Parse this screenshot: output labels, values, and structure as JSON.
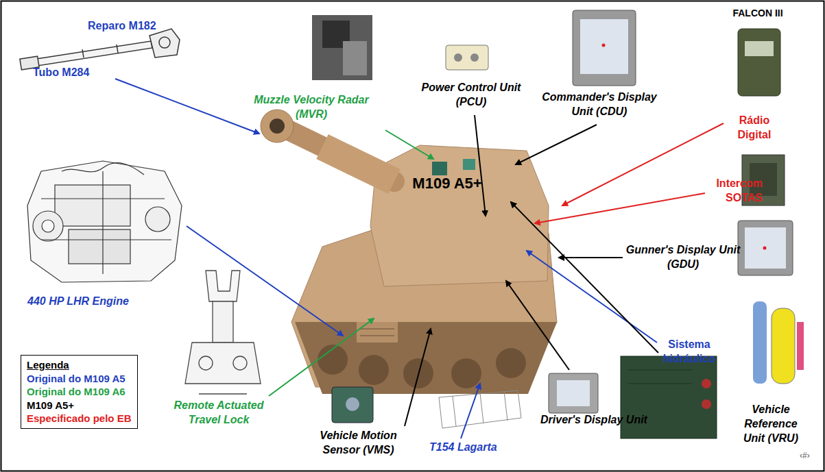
{
  "diagram": {
    "nodes": [
      {
        "text": [
          "M109 A5+"
        ]
      }
    ],
    "labels": [
      "Reparo M182",
      "Tubo M284",
      "Muzzle Velocity Radar (MVR)",
      "Power Control Unit (PCU)",
      "Commander's Display Unit (CDU)",
      "FALCON III",
      "Rádio Digital",
      "Intercom SOTAS",
      "Gunner's Display Unit (GDU)",
      "440 HP LHR Engine",
      "Sistema hidráulico",
      "Legenda",
      "Remote Actuated Travel Lock",
      "Vehicle Motion Sensor (VMS)",
      "T154 Lagarta",
      "Driver's Display Unit",
      "Vehicle Reference Unit (VRU)",
      "‹#›"
    ],
    "legend": [
      {
        "text": "Original do M109 A5",
        "color": "#1f3fbf"
      },
      {
        "text": "Original do M109 A6",
        "color": "#22a045"
      },
      {
        "text": "M109 A5+",
        "color": "#000000"
      },
      {
        "text": "Especificado pelo EB",
        "color": "#e02020"
      }
    ]
  }
}
